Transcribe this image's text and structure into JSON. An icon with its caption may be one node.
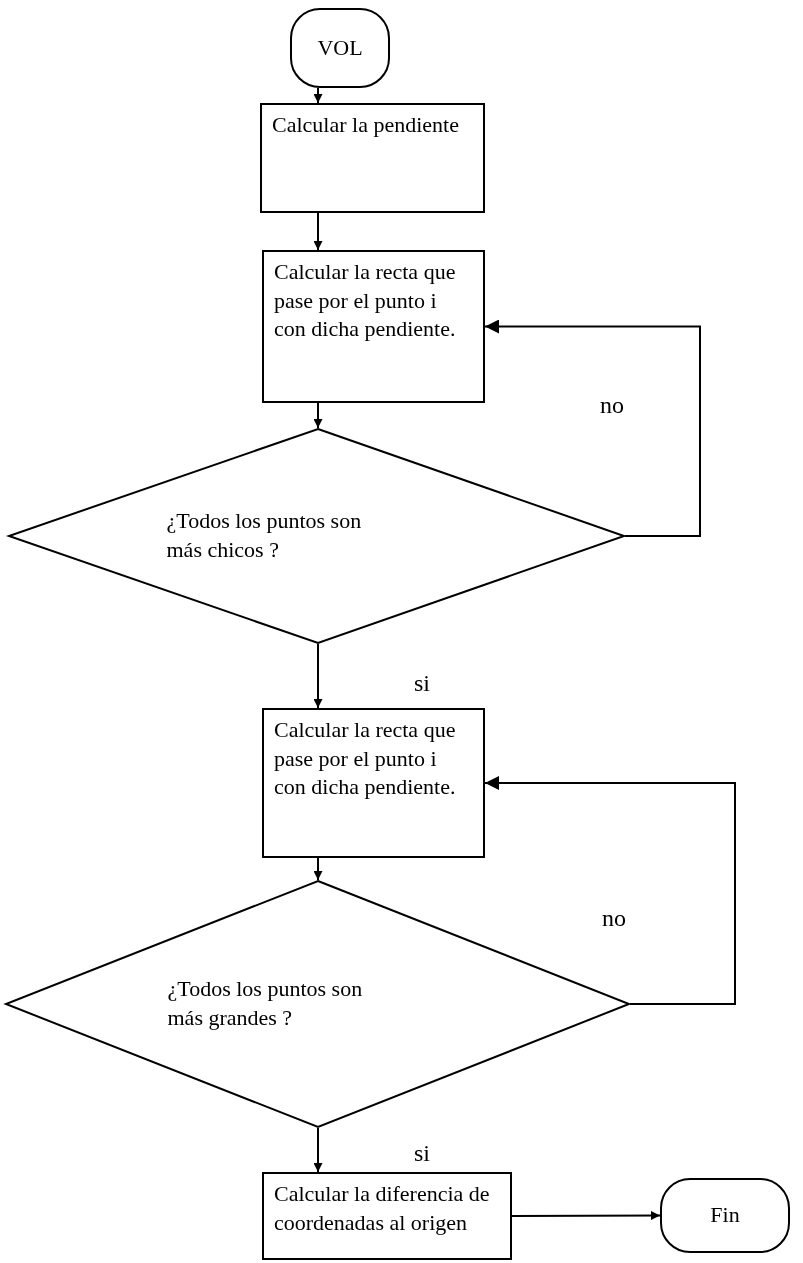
{
  "diagram": {
    "nodes": [
      {
        "text": [
          "VOL"
        ]
      },
      {
        "text": [
          "Calcular la pendiente"
        ]
      },
      {
        "text": [
          "Calcular la recta que pase por el punto i con dicha pendiente."
        ]
      },
      {
        "text": [
          "¿Todos los puntos son más chicos ?"
        ]
      },
      {
        "text": [
          "Calcular la recta que pase por el punto i con dicha pendiente."
        ]
      },
      {
        "text": [
          "¿Todos los puntos son más grandes ?"
        ]
      },
      {
        "text": [
          "Calcular la diferencia de coordenadas al origen"
        ]
      },
      {
        "text": [
          "Fin"
        ]
      }
    ],
    "edges": [
      {
        "from": 0,
        "to": 1,
        "arrow": "to"
      },
      {
        "from": 1,
        "to": 2,
        "arrow": "to"
      },
      {
        "from": 2,
        "to": 3,
        "arrow": "to"
      },
      {
        "from": 3,
        "to": 2,
        "arrow": "to",
        "label": "no"
      },
      {
        "from": 3,
        "to": 4,
        "arrow": "to",
        "label": "si"
      },
      {
        "from": 4,
        "to": 5,
        "arrow": "to"
      },
      {
        "from": 5,
        "to": 4,
        "arrow": "to",
        "label": "no"
      },
      {
        "from": 5,
        "to": 6,
        "arrow": "to",
        "label": "si"
      },
      {
        "from": 6,
        "to": 7,
        "arrow": "to"
      }
    ]
  }
}
